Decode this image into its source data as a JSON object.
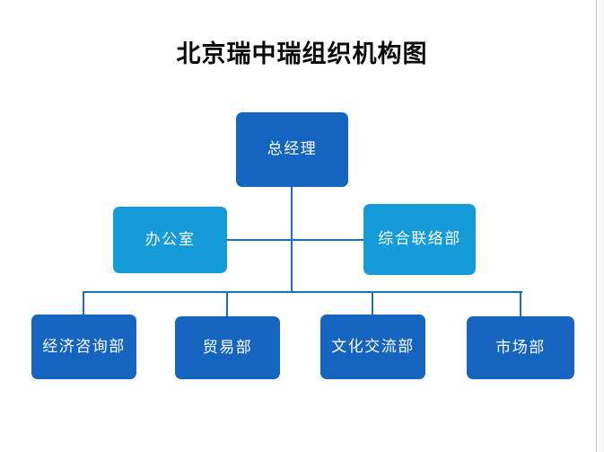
{
  "page": {
    "title": "北京瑞中瑞组织机构图",
    "background_color": "#ffffff"
  },
  "colors": {
    "level_1_box": "#1565C0",
    "level_2_box": "#149CD8",
    "level_3_box": "#1565C0",
    "connector_line": "#1B6FC0",
    "title_text": "#0a0a0a",
    "box_text": "#ffffff",
    "page_edge": "#c8c8c8"
  },
  "org_chart": {
    "root": {
      "id": "general-manager",
      "label": "总经理",
      "level": 1
    },
    "level_2": [
      {
        "id": "office",
        "label": "办公室",
        "level": 2
      },
      {
        "id": "liaison",
        "label": "综合联络部",
        "level": 2
      }
    ],
    "level_3": [
      {
        "id": "economic-consulting",
        "label": "经济咨询部",
        "level": 3
      },
      {
        "id": "trade",
        "label": "贸易部",
        "level": 3
      },
      {
        "id": "cultural-exchange",
        "label": "文化交流部",
        "level": 3
      },
      {
        "id": "marketing",
        "label": "市场部",
        "level": 3
      }
    ]
  }
}
